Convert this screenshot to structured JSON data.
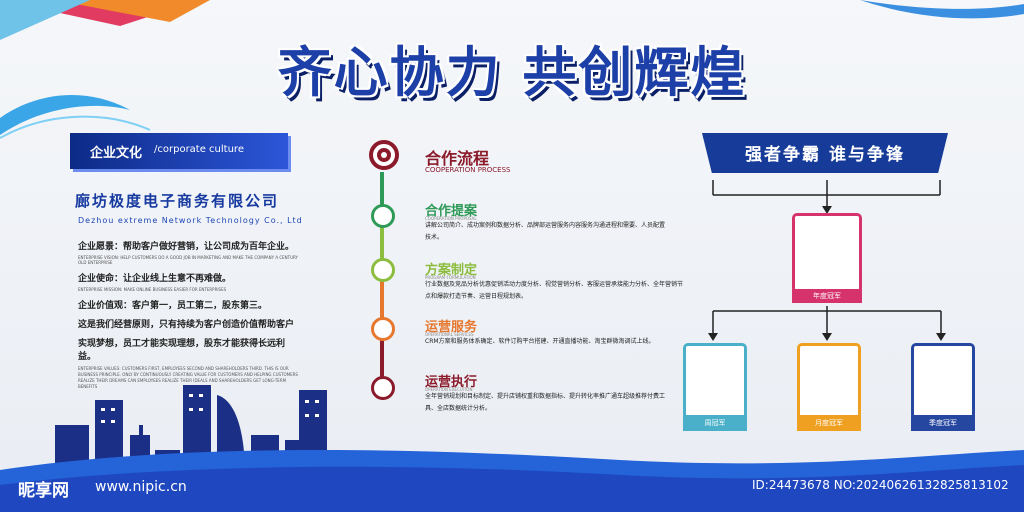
{
  "title": "齐心协力 共创辉煌",
  "culture": {
    "header_cn": "企业文化",
    "header_en": "/corporate culture"
  },
  "company": {
    "name_cn": "廊坊极度电子商务有限公司",
    "name_en": "Dezhou extreme Network Technology Co., Ltd"
  },
  "values": [
    {
      "text": "企业愿景：帮助客户做好营销，让公司成为百年企业。",
      "sub": "ENTERPRISE VISION: HELP CUSTOMERS DO A GOOD JOB IN MARKETING AND MAKE THE COMPANY A CENTURY OLD ENTERPRISE"
    },
    {
      "text": "企业使命：让企业线上生意不再难做。",
      "sub": "ENTERPRISE MISSION: MAKE ONLINE BUSINESS EASIER FOR ENTERPRISES"
    },
    {
      "text": "企业价值观：客户第一，员工第二，股东第三。",
      "sub": ""
    },
    {
      "text": "这是我们经营原则，只有持续为客户创造价值帮助客户",
      "sub": ""
    },
    {
      "text": "实现梦想，员工才能实现理想，股东才能获得长远利益。",
      "sub": "ENTERPRISE VALUES: CUSTOMERS FIRST, EMPLOYEES SECOND AND SHAREHOLDERS THIRD. THIS IS OUR BUSINESS PRINCIPLE. ONLY BY CONTINUOUSLY CREATING VALUE FOR CUSTOMERS AND HELPING CUSTOMERS REALIZE THEIR DREAMS CAN EMPLOYEES REALIZE THEIR IDEALS AND SHAREHOLDERS GET LONG-TERM BENEFITS"
    }
  ],
  "process": {
    "title": "合作流程",
    "subtitle": "COOPERATION PROCESS",
    "steps": [
      {
        "title": "合作提案",
        "sub": "COOPERATION PROPOSAL",
        "text": "讲解公司简介、成功案例和数据分析、品牌部运营服务内容服务沟通进程和需要、人员配置技术。",
        "color": "#2f9a58"
      },
      {
        "title": "方案制定",
        "sub": "PROGRAM FORMULATION",
        "text": "行业数据及竞品分析优惠促销活动力度分析、视觉营销分析、客服运营承接能力分析、全年营销节点和爆款打造节奏、运营日程规划表。",
        "color": "#8cbd3f"
      },
      {
        "title": "运营服务",
        "sub": "OPERATIONAL SERVICES",
        "text": "CRM方案和服务体系确定、软件订购平台搭建、开通直播功能、淘宝群微淘调试上线。",
        "color": "#e8772e"
      },
      {
        "title": "运营执行",
        "sub": "OPERATION EXECUTION",
        "text": "全年营销规划和目标制定、提升店铺权重和数据指标、提升转化率推广通车超级推荐付费工具、全店数据统计分析。",
        "color": "#8b1a2a"
      }
    ]
  },
  "org": {
    "banner": "强者争霸 谁与争锋",
    "top": {
      "label": "年度冠军",
      "color": "#d6336c"
    },
    "bottom": [
      {
        "label": "周冠军",
        "color": "#4ab0c9"
      },
      {
        "label": "月度冠军",
        "color": "#f0a020"
      },
      {
        "label": "季度冠军",
        "color": "#2547a0"
      }
    ]
  },
  "watermark": {
    "logo": "昵享网",
    "url": "www.nipic.cn",
    "id": "ID:24473678 NO:20240626132825813102"
  }
}
